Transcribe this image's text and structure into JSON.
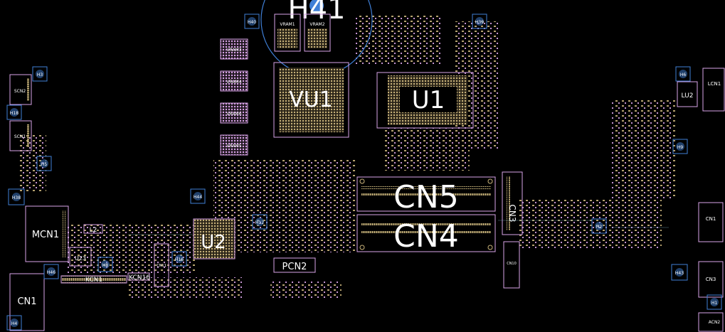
{
  "viewer": {
    "background": "#000000",
    "colors": {
      "outline": "#d9a3e8",
      "pad": "#c9b37a",
      "hole": "#3f7fd6",
      "label": "#ffffff",
      "trace": "#8fd0e6"
    }
  },
  "board": {
    "big_labels": {
      "h41": "H41",
      "vu1": "VU1",
      "u1": "U1",
      "cn5": "CN5",
      "cn4": "CN4",
      "u2": "U2"
    },
    "labels": {
      "vram1": "VRAM1",
      "vram2": "VRAM2",
      "vram3": "VRAM3",
      "vram4": "VRAM4",
      "vram5": "VRAM5",
      "vram6": "VRAM6",
      "mcn1": "MCN1",
      "cn1_left": "CN1",
      "cn1_right": "CN1",
      "cn3_mid": "CN3",
      "cn3_right": "CN3",
      "kcn1": "KCN1",
      "kcn16": "KCN16",
      "pcn2": "PCN2",
      "u23": "U23",
      "lu2": "LU2",
      "lcn1": "LCN1",
      "acn2": "ACN2",
      "scn1": "SCN1",
      "scn2": "SCN2",
      "cn10": "CN10",
      "cn11": "CN11",
      "l2": "L2"
    },
    "holes": {
      "h40": "H40",
      "h39": "H39",
      "h3": "H3",
      "h5": "H5",
      "h6": "H6",
      "h8": "H8",
      "h16": "H16",
      "h12": "H12",
      "h44": "H44",
      "h1": "H1",
      "h4": "H4",
      "h9": "H9",
      "h2": "H2",
      "h43": "H43",
      "h38": "H38",
      "h46": "H46",
      "h18": "H18"
    }
  }
}
